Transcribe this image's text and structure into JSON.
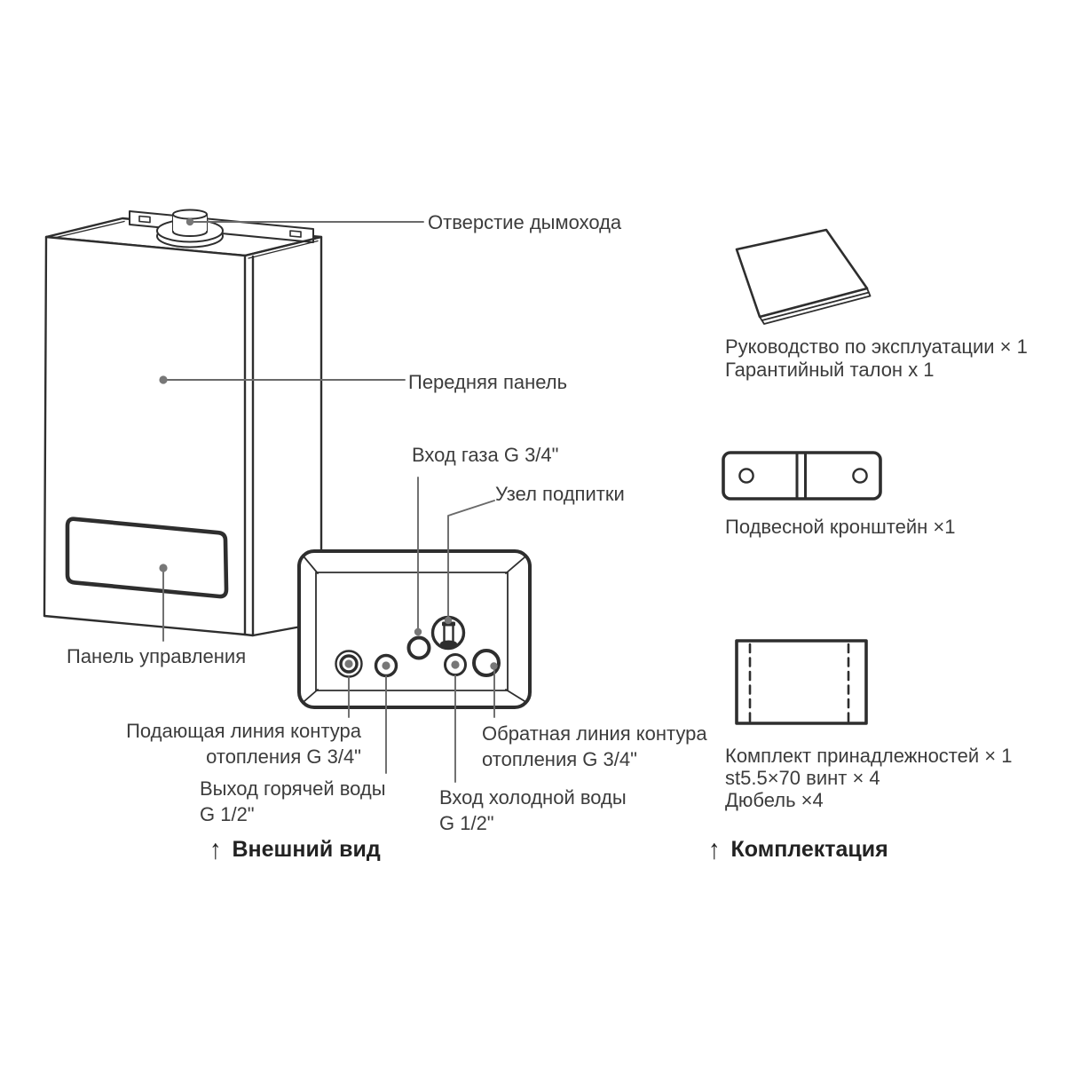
{
  "colors": {
    "background": "#ffffff",
    "line": "#2e2e2e",
    "leader": "#6a6a6a",
    "text": "#3c3c3c"
  },
  "external_view": {
    "caption": {
      "icon": "↑",
      "label": "Внешний вид"
    },
    "labels": {
      "flue_opening": "Отверстие дымохода",
      "front_panel": "Передняя панель",
      "gas_inlet": "Вход газа G 3/4\"",
      "makeup_unit": "Узел подпитки",
      "control_panel": "Панель управления",
      "heating_supply": [
        "Подающая линия контура",
        "отопления G 3/4\""
      ],
      "hot_water_outlet": [
        "Выход горячей воды",
        "G 1/2\""
      ],
      "cold_water_inlet": [
        "Вход холодной воды",
        "G 1/2\""
      ],
      "heating_return": [
        "Обратная линия контура",
        "отопления G 3/4\""
      ]
    }
  },
  "package_contents": {
    "caption": {
      "icon": "↑",
      "label": "Комплектация"
    },
    "items": [
      {
        "name": "operation-manual",
        "lines": [
          "Руководство по эксплуатации × 1",
          "Гарантийный талон x 1"
        ]
      },
      {
        "name": "mounting-bracket",
        "lines": [
          "Подвесной кронштейн ×1"
        ]
      },
      {
        "name": "accessory-kit",
        "lines": [
          "Комплект принадлежностей × 1",
          "st5.5×70 винт × 4",
          "Дюбель ×4"
        ]
      }
    ]
  }
}
